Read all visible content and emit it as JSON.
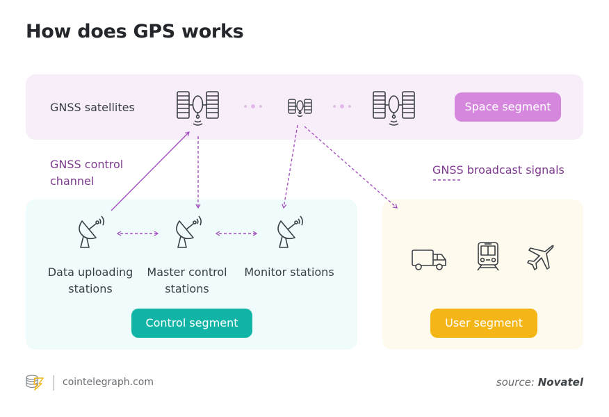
{
  "title": "How does GPS works",
  "space_segment": {
    "label": "GNSS satellites",
    "pill": "Space segment",
    "satellite_icons": [
      "satellite-icon",
      "satellite-icon",
      "satellite-icon"
    ]
  },
  "annotations": {
    "control_channel_line1": "GNSS control",
    "control_channel_line2": "channel",
    "broadcast_signals": "GNSS broadcast signals"
  },
  "control_segment": {
    "pill": "Control segment",
    "stations": [
      {
        "line1": "Data uploading",
        "line2": "stations",
        "icon": "satellite-dish-icon"
      },
      {
        "line1": "Master control",
        "line2": "stations",
        "icon": "satellite-dish-icon"
      },
      {
        "line1": "Monitor stations",
        "line2": "",
        "icon": "satellite-dish-icon"
      }
    ]
  },
  "user_segment": {
    "pill": "User segment",
    "icons": [
      "truck-icon",
      "train-icon",
      "airplane-icon"
    ]
  },
  "footer": {
    "brand": "cointelegraph.com",
    "source_prefix": "source:",
    "source_name": "Novatel"
  },
  "colors": {
    "space": "#d487dc",
    "control": "#12b4a6",
    "user": "#f4b616",
    "arrows": "#a44fbf"
  }
}
